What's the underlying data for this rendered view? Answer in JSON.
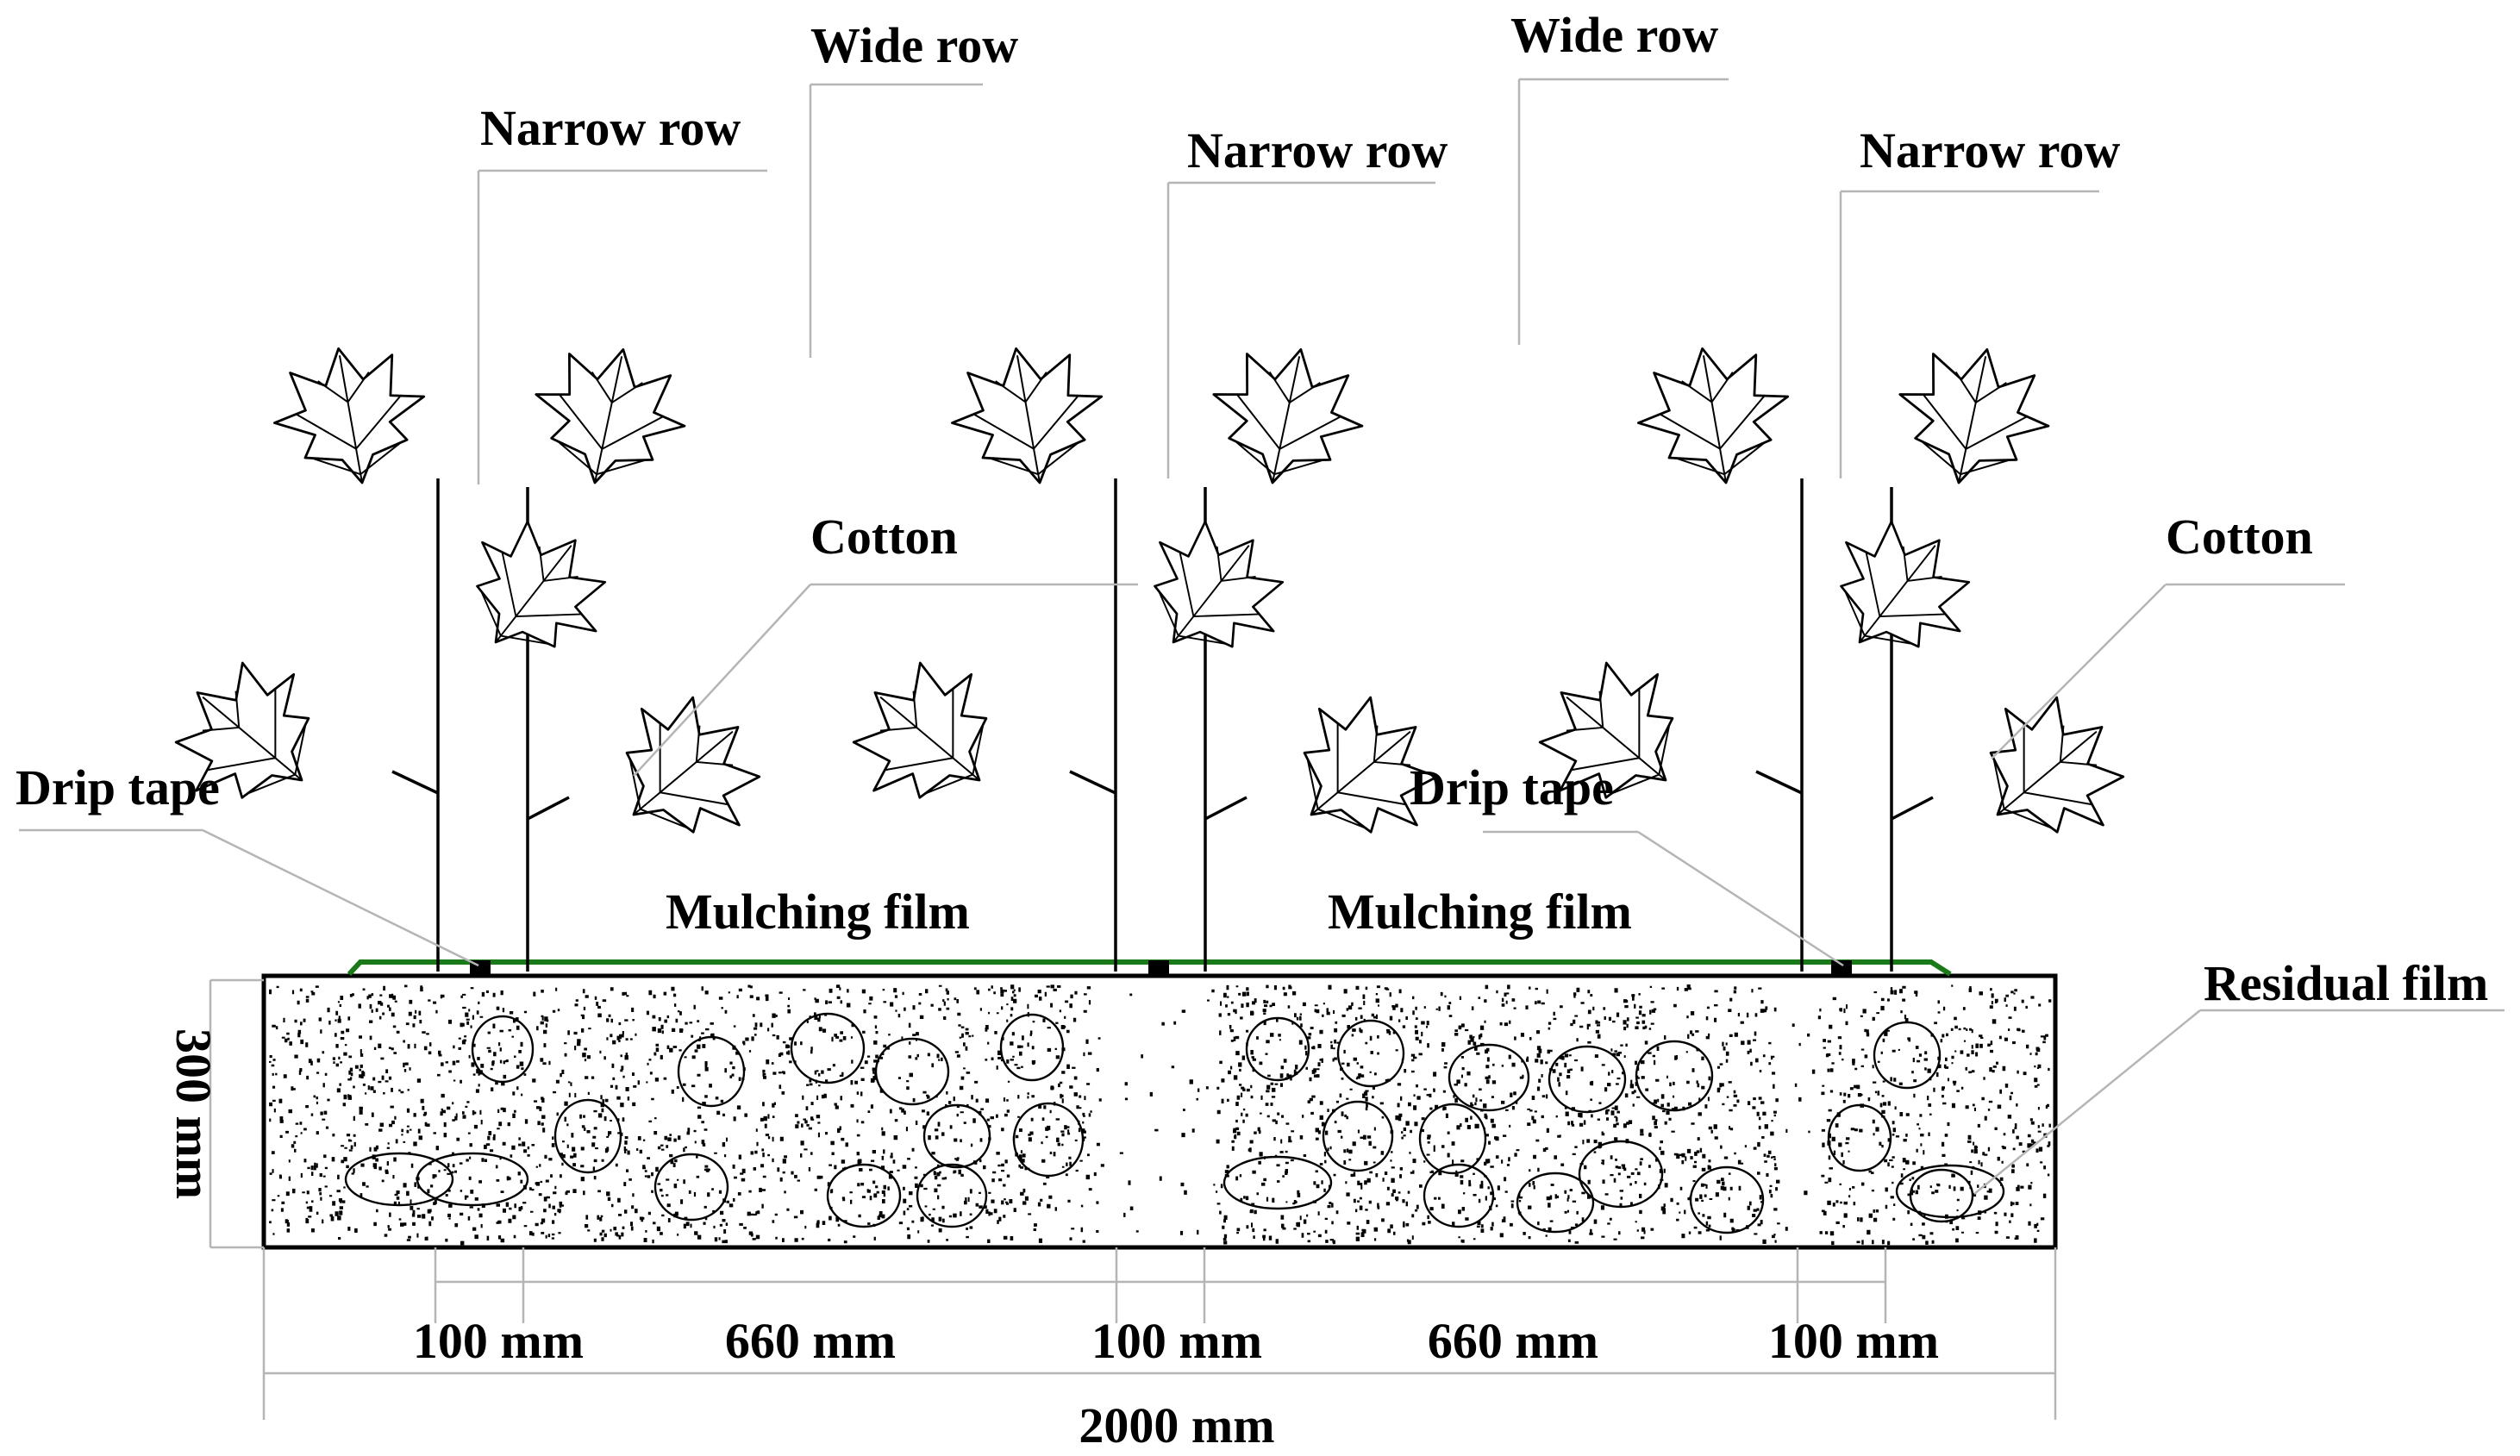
{
  "labels": {
    "wide_row_1": "Wide row",
    "wide_row_2": "Wide row",
    "narrow_row_1": "Narrow row",
    "narrow_row_2": "Narrow row",
    "narrow_row_3": "Narrow row",
    "cotton_1": "Cotton",
    "cotton_2": "Cotton",
    "drip_tape_1": "Drip tape",
    "drip_tape_2": "Drip tape",
    "mulching_film_1": "Mulching film",
    "mulching_film_2": "Mulching film",
    "residual_film": "Residual film"
  },
  "dimensions": {
    "depth": "300 mm",
    "narrow_1": "100 mm",
    "wide_1": "660 mm",
    "narrow_2": "100 mm",
    "wide_2": "660 mm",
    "narrow_3": "100 mm",
    "total": "2000 mm"
  },
  "colors": {
    "film": "#1a7a1a",
    "leader": "#b5b5b5",
    "ink": "#000000"
  }
}
